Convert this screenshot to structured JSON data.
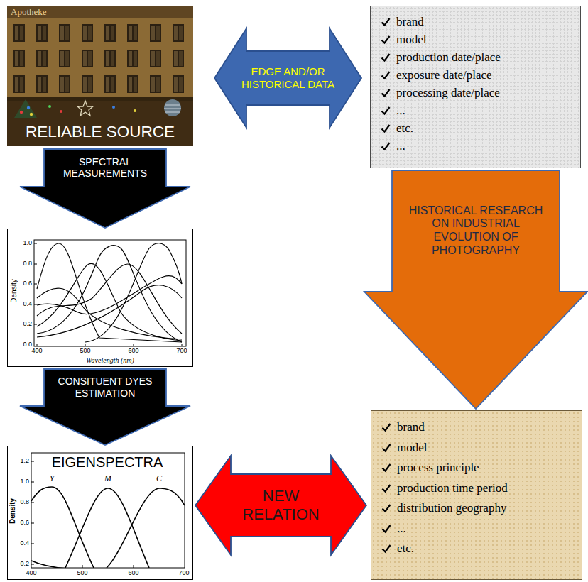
{
  "diagram": {
    "nodes": [
      {
        "text": [
          "RELIABLE SOURCE"
        ]
      },
      {
        "text": [
          "brand",
          "model",
          "production date/place",
          "exposure date/place",
          "processing date/place",
          "...",
          "etc.",
          "..."
        ]
      },
      {
        "text": [
          "Density",
          "Wavelength (nm)"
        ]
      },
      {
        "text": [
          "EIGENSPECTRA",
          "Density"
        ]
      },
      {
        "text": [
          "brand",
          "model",
          "process principle",
          "production time period",
          "distribution geography",
          "...",
          "etc."
        ]
      }
    ],
    "edges": [
      {
        "from": 0,
        "to": 1,
        "arrow": "both",
        "label": "EDGE AND/OR HISTORICAL DATA"
      },
      {
        "from": 0,
        "to": 2,
        "arrow": "to",
        "label": "SPECTRAL MEASUREMENTS"
      },
      {
        "from": 2,
        "to": 3,
        "arrow": "to",
        "label": "CONSITUENT DYES ESTIMATION"
      },
      {
        "from": 1,
        "to": 4,
        "arrow": "to",
        "label": "HISTORICAL RESEARCH ON INDUSTRIAL EVOLUTION OF PHOTOGRAPHY"
      },
      {
        "from": 3,
        "to": 4,
        "arrow": "both",
        "label": "NEW RELATION"
      }
    ],
    "labels": [
      "Apotheke",
      "1.0",
      "0.8",
      "0.6",
      "0.4",
      "0.2",
      "0.0",
      "400",
      "500",
      "600",
      "700",
      "1.2",
      "1.0",
      "0.8",
      "0.6",
      "0.4",
      "0.2",
      "400",
      "500",
      "600",
      "700",
      "Y",
      "M",
      "C"
    ]
  }
}
